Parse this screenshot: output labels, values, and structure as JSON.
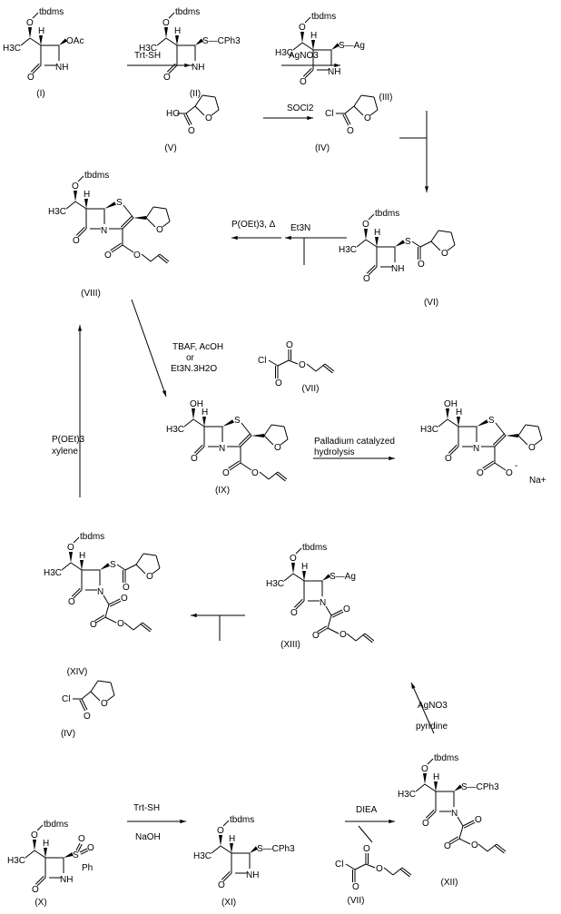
{
  "colors": {
    "ink": "#000000",
    "background": "#ffffff"
  },
  "atoms": {
    "H": "H",
    "O": "O",
    "tbdms": "tbdms",
    "H3C": "H3C",
    "OH": "OH",
    "NH": "NH",
    "N": "N",
    "S": "S",
    "Cl": "Cl",
    "HO": "HO",
    "OAc": "OAc",
    "SCPh3": "S—CPh3",
    "SAg": "S—Ag",
    "SO2Ph_S": "S",
    "Ph": "Ph",
    "Ominus": "O",
    "charge": "-",
    "Na": "Na+"
  },
  "compounds": {
    "I": "(I)",
    "II": "(II)",
    "III": "(III)",
    "IV": "(IV)",
    "V": "(V)",
    "VI": "(VI)",
    "VII": "(VII)",
    "VIII": "(VIII)",
    "IX": "(IX)",
    "X": "(X)",
    "XI": "(XI)",
    "XII": "(XII)",
    "XIII": "(XIII)",
    "XIV": "(XIV)",
    "IV_b": "(IV)",
    "VII_b": "(VII)"
  },
  "reagents": {
    "trt_sh_1": "Trt-SH",
    "agno3_1": "AgNO3",
    "socl2": "SOCl2",
    "et3n": "Et3N",
    "poet3_heat": "P(OEt)3, Δ",
    "tbaf_1": "TBAF, AcOH",
    "tbaf_2": "or",
    "tbaf_3": "Et3N.3H2O",
    "pd_1": "Palladium catalyzed",
    "pd_2": "hydrolysis",
    "poet3_xylene_1": "P(OEt)3",
    "poet3_xylene_2": "xylene",
    "agno3_pyr_1": "AgNO3",
    "agno3_pyr_2": "pyridine",
    "trt_sh_2": "Trt-SH",
    "naoh": "NaOH",
    "diea": "DIEA"
  }
}
